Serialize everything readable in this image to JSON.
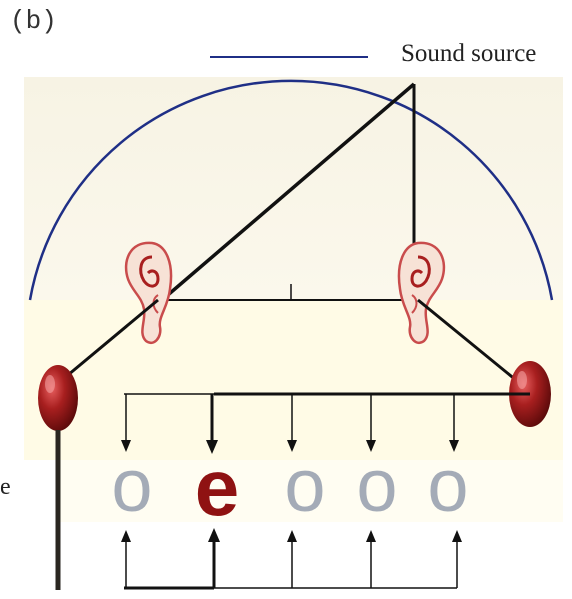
{
  "panel_label": "(b)",
  "legend": {
    "label": "Sound source",
    "line_color": "#1f2f86"
  },
  "left_text": "e",
  "colors": {
    "arc": "#1f2f86",
    "background_upper": "#fbf7e6",
    "background_lower": "#fffbe8",
    "detector": "#a81f1f",
    "detector_dark": "#6b0d0d",
    "ring": "#a4abb7",
    "active_letter": "#8f1212",
    "line": "#111111"
  },
  "neurons": [
    {
      "letter": "o",
      "active": false
    },
    {
      "letter": "e",
      "active": true
    },
    {
      "letter": "o",
      "active": false
    },
    {
      "letter": "o",
      "active": false
    },
    {
      "letter": "o",
      "active": false
    }
  ],
  "icons": [
    "left-ear-icon",
    "right-ear-icon",
    "left-detector-icon",
    "right-detector-icon"
  ]
}
